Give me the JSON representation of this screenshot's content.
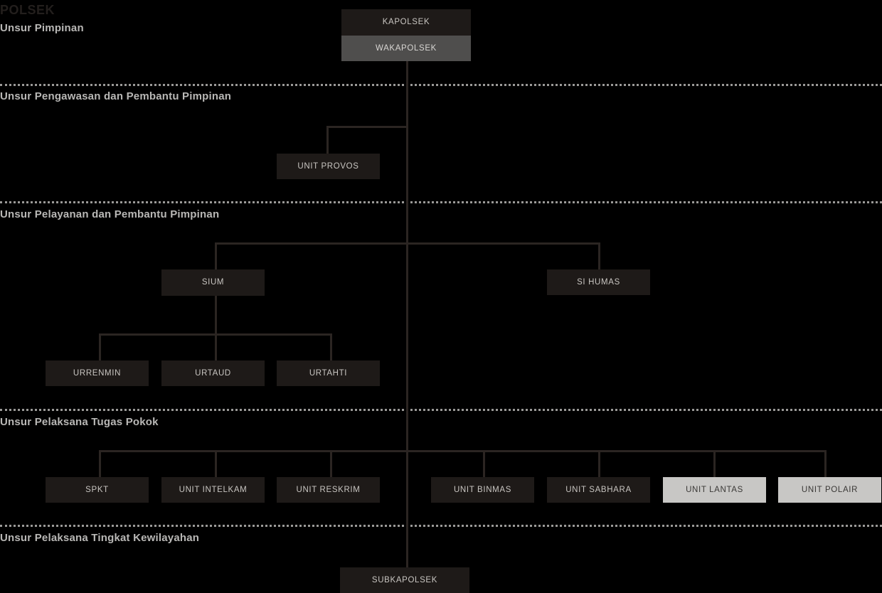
{
  "chart_title": "POLSEK",
  "colors": {
    "background": "#000000",
    "node_dark_bg": "#1e1a18",
    "node_mid_bg": "#4f4e4d",
    "node_light_bg": "#c8c7c5",
    "node_dark_text": "#c9c6c2",
    "node_light_text": "#3a3836",
    "connector": "#2b2522",
    "divider": "#9a9997",
    "section_label_text": "#b9b8b6",
    "title_text": "#231f1d"
  },
  "sections": [
    {
      "label": "Unsur Pimpinan"
    },
    {
      "label": "Unsur Pengawasan dan Pembantu Pimpinan"
    },
    {
      "label": "Unsur Pelayanan dan Pembantu Pimpinan"
    },
    {
      "label": "Unsur Pelaksana Tugas Pokok"
    },
    {
      "label": "Unsur Pelaksana Tingkat Kewilayahan"
    }
  ],
  "nodes": {
    "kapolsek": "KAPOLSEK",
    "wakapolsek": "WAKAPOLSEK",
    "unit_provos": "UNIT PROVOS",
    "sium": "SIUM",
    "si_humas": "SI HUMAS",
    "urrenmin": "URRENMIN",
    "urtaud": "URTAUD",
    "urtahti": "URTAHTI",
    "spkt": "SPKT",
    "unit_intelkam": "UNIT INTELKAM",
    "unit_reskrim": "UNIT RESKRIM",
    "unit_binmas": "UNIT BINMAS",
    "unit_sabhara": "UNIT SABHARA",
    "unit_lantas": "UNIT LANTAS",
    "unit_polair": "UNIT POLAIR",
    "subkapolsek": "SUBKAPOLSEK"
  },
  "chart_data": {
    "type": "diagram",
    "diagram_kind": "organizational-chart",
    "title": "POLSEK",
    "levels": [
      {
        "section": "Unsur Pimpinan",
        "nodes": [
          "KAPOLSEK",
          "WAKAPOLSEK"
        ]
      },
      {
        "section": "Unsur Pengawasan dan Pembantu Pimpinan",
        "nodes": [
          "UNIT PROVOS"
        ]
      },
      {
        "section": "Unsur Pelayanan dan Pembantu Pimpinan",
        "nodes": [
          "SIUM",
          "SI HUMAS",
          "URRENMIN",
          "URTAUD",
          "URTAHTI"
        ]
      },
      {
        "section": "Unsur Pelaksana Tugas Pokok",
        "nodes": [
          "SPKT",
          "UNIT INTELKAM",
          "UNIT RESKRIM",
          "UNIT BINMAS",
          "UNIT SABHARA",
          "UNIT LANTAS",
          "UNIT POLAIR"
        ]
      },
      {
        "section": "Unsur Pelaksana Tingkat Kewilayahan",
        "nodes": [
          "SUBKAPOLSEK"
        ]
      }
    ],
    "edges": [
      {
        "from": "KAPOLSEK",
        "to": "WAKAPOLSEK"
      },
      {
        "from": "WAKAPOLSEK",
        "to": "UNIT PROVOS"
      },
      {
        "from": "WAKAPOLSEK",
        "to": "SIUM"
      },
      {
        "from": "WAKAPOLSEK",
        "to": "SI HUMAS"
      },
      {
        "from": "SIUM",
        "to": "URRENMIN"
      },
      {
        "from": "SIUM",
        "to": "URTAUD"
      },
      {
        "from": "SIUM",
        "to": "URTAHTI"
      },
      {
        "from": "WAKAPOLSEK",
        "to": "SPKT"
      },
      {
        "from": "WAKAPOLSEK",
        "to": "UNIT INTELKAM"
      },
      {
        "from": "WAKAPOLSEK",
        "to": "UNIT RESKRIM"
      },
      {
        "from": "WAKAPOLSEK",
        "to": "UNIT BINMAS"
      },
      {
        "from": "WAKAPOLSEK",
        "to": "UNIT SABHARA"
      },
      {
        "from": "WAKAPOLSEK",
        "to": "UNIT LANTAS"
      },
      {
        "from": "WAKAPOLSEK",
        "to": "UNIT POLAIR"
      },
      {
        "from": "WAKAPOLSEK",
        "to": "SUBKAPOLSEK"
      }
    ],
    "highlighted_nodes": [
      "UNIT LANTAS",
      "UNIT POLAIR"
    ]
  }
}
